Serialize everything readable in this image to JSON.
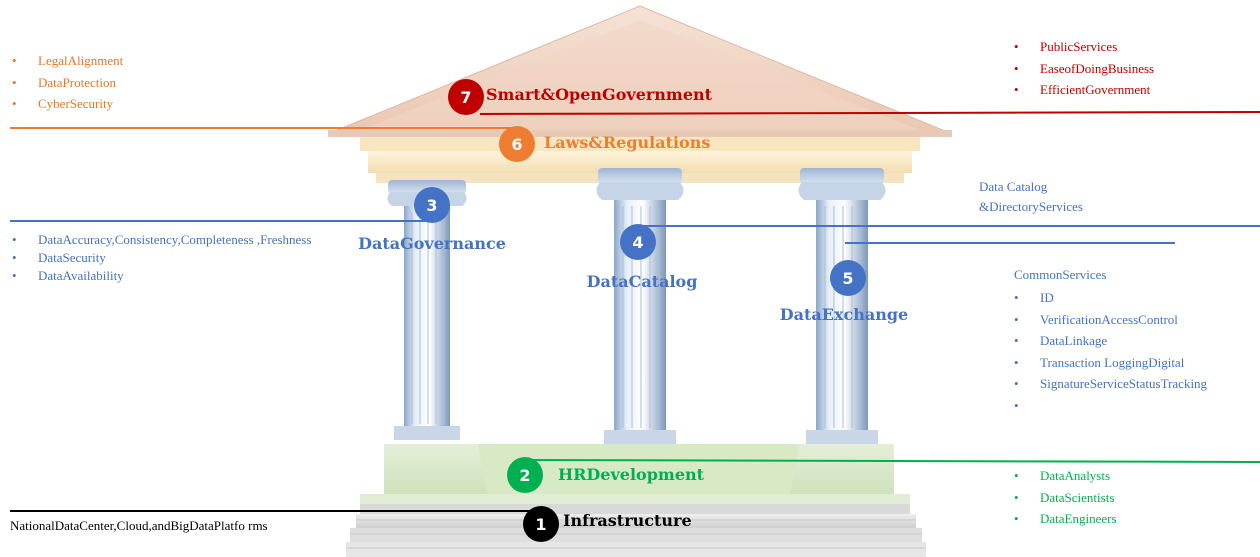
{
  "layers": {
    "smart_gov": {
      "number": "7",
      "label": "Smart&OpenGovernment",
      "color": "#c00000"
    },
    "laws": {
      "number": "6",
      "label": "Laws&Regulations",
      "color": "#ed7d31"
    },
    "governance": {
      "number": "3",
      "label": "DataGovernance",
      "color": "#4472c4"
    },
    "catalog": {
      "number": "4",
      "label": "DataCatalog",
      "color": "#4472c4"
    },
    "exchange": {
      "number": "5",
      "label": "DataExchange",
      "color": "#4472c4"
    },
    "hr": {
      "number": "2",
      "label": "HRDevelopment",
      "color": "#00b050"
    },
    "infra": {
      "number": "1",
      "label": "Infrastructure",
      "color": "#000000"
    }
  },
  "lists": {
    "laws_items": [
      "LegalAlignment",
      "DataProtection",
      "CyberSecurity"
    ],
    "gov_items": [
      "PublicServices",
      "EaseofDoingBusiness",
      "EfficientGovernment"
    ],
    "governance_items": [
      "DataAccuracy,Consistency,Completeness ,Freshness",
      "DataSecurity",
      "DataAvailability"
    ],
    "catalog_text": "Data Catalog &DirectoryServices",
    "common_title": "CommonServices",
    "common_items": [
      "ID",
      "VerificationAccessControl",
      "DataLinkage",
      "Transaction LoggingDigital",
      "SignatureServiceStatusTracking",
      ""
    ],
    "hr_items": [
      "DataAnalysts",
      "DataScientists",
      "DataEngineers"
    ],
    "infra_text": "NationalDataCenter,Cloud,andBigDataPlatfo rms"
  },
  "bullet_glyph": "•"
}
